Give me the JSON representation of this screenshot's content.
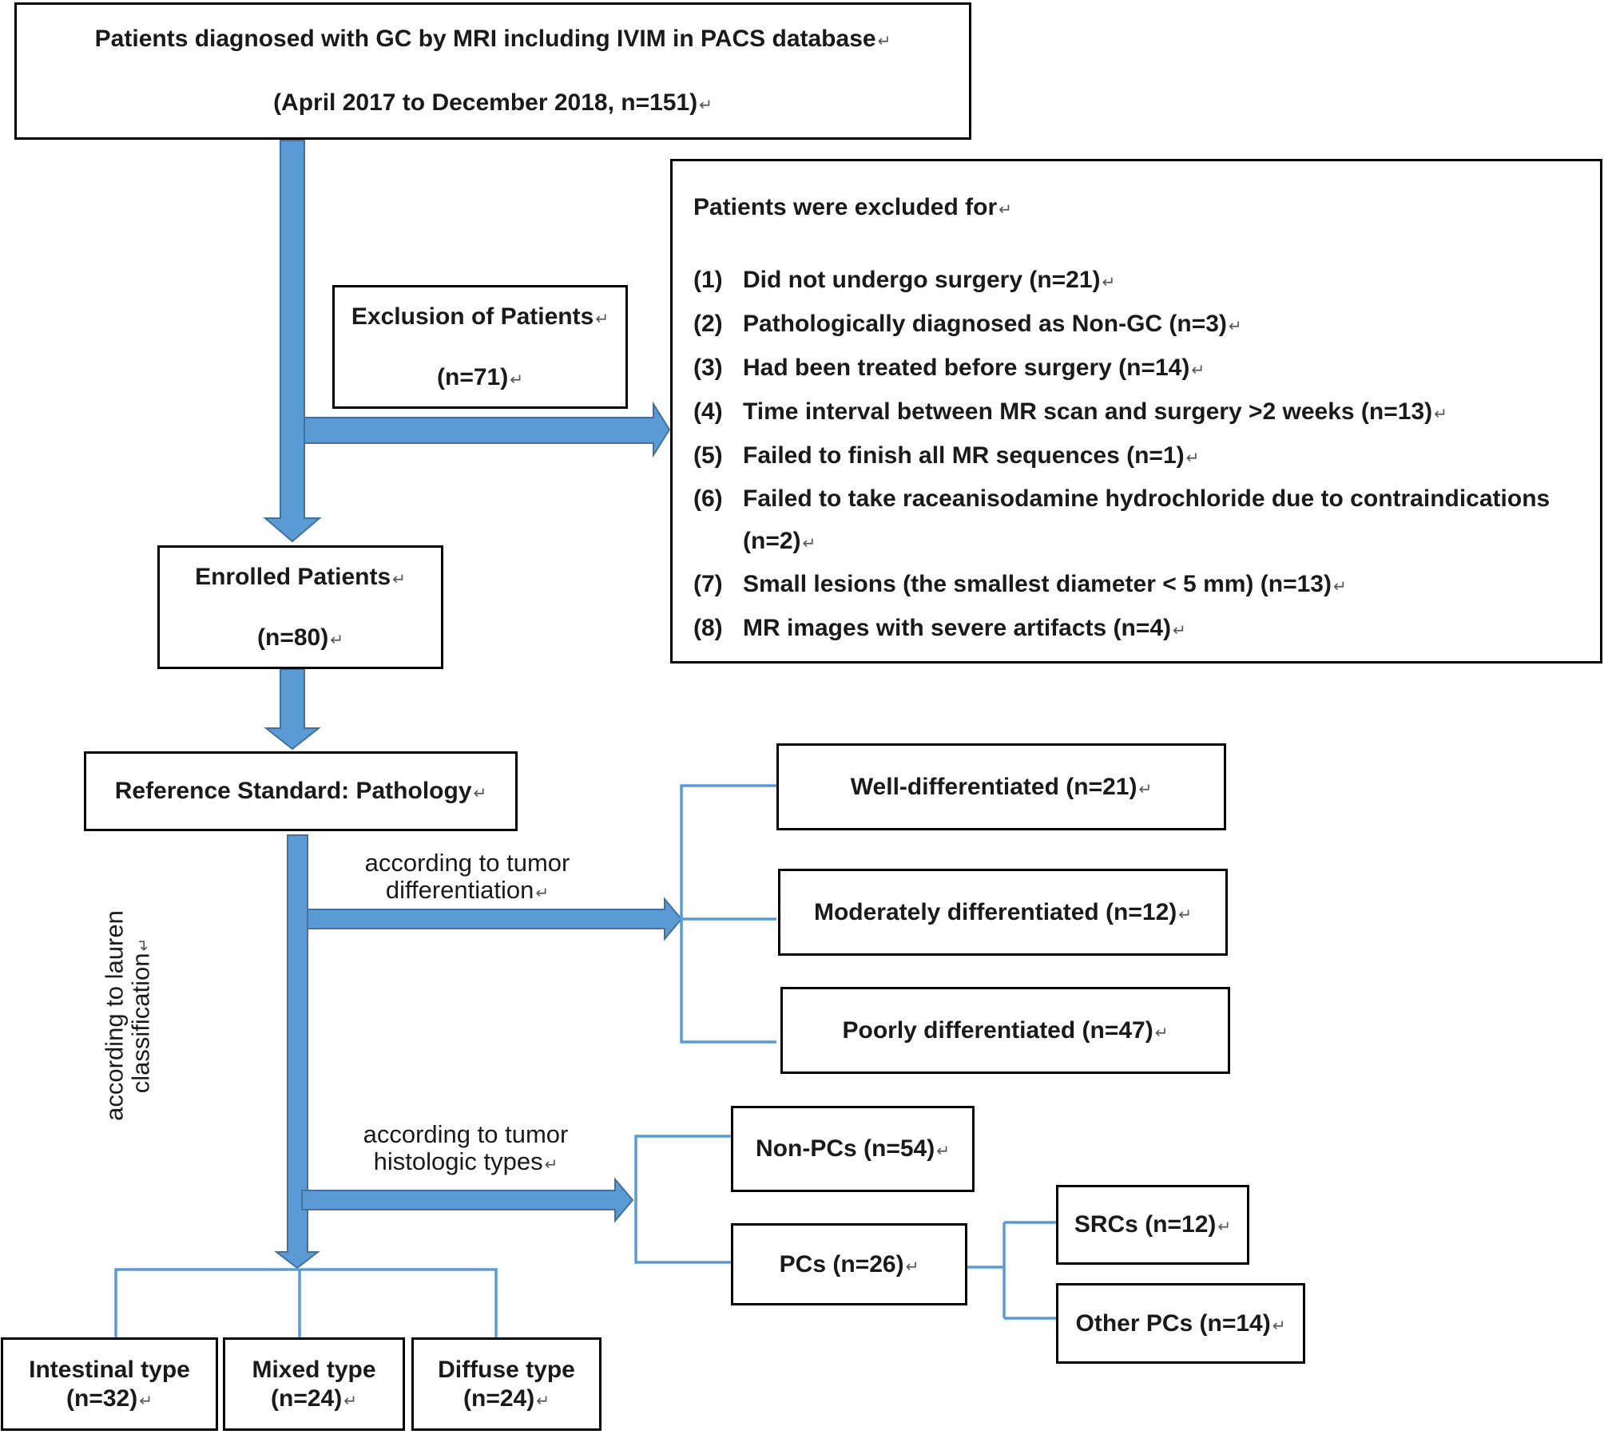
{
  "top": {
    "line1": "Patients diagnosed with GC by MRI including IVIM in PACS database",
    "line2": "(April 2017 to December 2018, n=151)"
  },
  "exclusion_of_patients": {
    "label": "Exclusion of Patients",
    "count": "(n=71)"
  },
  "excluded": {
    "title": "Patients were excluded for",
    "items": [
      {
        "num": "(1)",
        "text": "Did not undergo surgery (n=21)"
      },
      {
        "num": "(2)",
        "text": "Pathologically diagnosed as Non-GC (n=3)"
      },
      {
        "num": "(3)",
        "text": "Had been treated before surgery (n=14)"
      },
      {
        "num": "(4)",
        "text": "Time interval between MR scan and surgery >2 weeks (n=13)"
      },
      {
        "num": "(5)",
        "text": "Failed to finish all MR sequences (n=1)"
      },
      {
        "num": "(6)",
        "text": "Failed to take raceanisodamine hydrochloride due to contraindications (n=2)"
      },
      {
        "num": "(7)",
        "text": "Small lesions (the smallest diameter < 5 mm) (n=13)"
      },
      {
        "num": "(8)",
        "text": "MR images with severe artifacts (n=4)"
      }
    ]
  },
  "enrolled": {
    "label": "Enrolled Patients",
    "count": "(n=80)"
  },
  "reference": {
    "label": "Reference Standard: Pathology"
  },
  "differentiation": {
    "label_line1": "according to tumor",
    "label_line2": "differentiation",
    "well": "Well-differentiated (n=21)",
    "moderate": "Moderately differentiated (n=12)",
    "poor": "Poorly differentiated (n=47)"
  },
  "histologic": {
    "label_line1": "according to tumor",
    "label_line2": "histologic types",
    "non_pcs": "Non-PCs (n=54)",
    "pcs": "PCs (n=26)",
    "srcs": "SRCs (n=12)",
    "other_pcs": "Other PCs (n=14)"
  },
  "lauren": {
    "label_line1": "according to",
    "label_line2": "lauren",
    "label_line3": "classification",
    "intestinal_name": "Intestinal type",
    "intestinal_count": "(n=32)",
    "mixed_name": "Mixed type",
    "mixed_count": "(n=24)",
    "diffuse_name": "Diffuse type",
    "diffuse_count": "(n=24)"
  },
  "paragraph_mark": "↵",
  "colors": {
    "arrow": "#5b9bd5",
    "arrow_stroke": "#41719c",
    "box_border": "#000000"
  }
}
